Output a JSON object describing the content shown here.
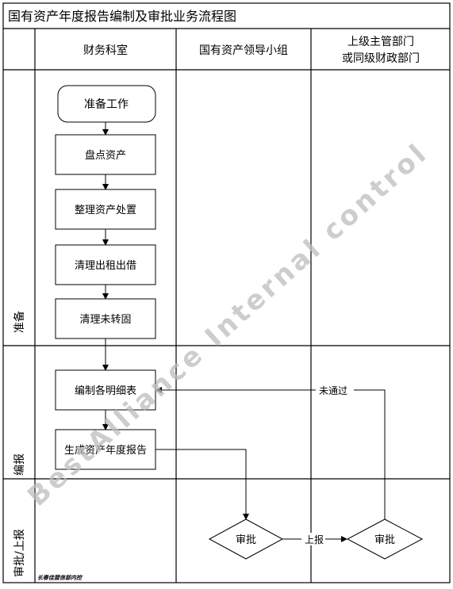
{
  "title": "国有资产年度报告编制及审批业务流程图",
  "lanes": {
    "finance": "财务科室",
    "leadership": "国有资产领导小组",
    "superior_line1": "上级主管部门",
    "superior_line2": "或同级财政部门"
  },
  "phases": {
    "prepare": "准备",
    "compile": "编报",
    "approve": "审批/上报"
  },
  "nodes": {
    "start": "准备工作",
    "inventory": "盘点资产",
    "disposal": "整理资产处置",
    "lease": "清理出租出借",
    "fixed": "清理未转固",
    "details": "编制各明细表",
    "report": "生成资产年度报告",
    "review1": "审批",
    "review2": "审批"
  },
  "edges": {
    "not_passed": "未通过",
    "submit": "上报"
  },
  "watermark": "BestAlliance  Internal  control",
  "footer_stamp": "长春佳盟信部内控"
}
